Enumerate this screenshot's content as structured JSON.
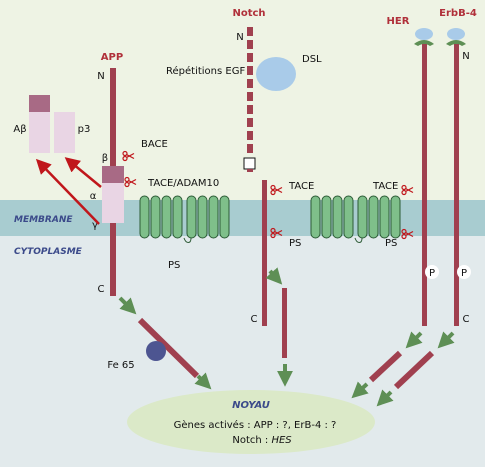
{
  "labels": {
    "app": "APP",
    "notch": "Notch",
    "her": "HER",
    "erbb4": "ErbB-4",
    "n": "N",
    "c": "C",
    "abeta": "Aβ",
    "p3": "p3",
    "beta": "β",
    "alpha": "α",
    "gamma": "γ",
    "bace": "BACE",
    "tace_adam10": "TACE/ADAM10",
    "tace": "TACE",
    "ps": "PS",
    "p": "P",
    "dsl": "DSL",
    "egf_repeats": "Répétitions EGF",
    "membrane": "MEMBRANE",
    "cytoplasme": "CYTOPLASME",
    "fe65": "Fe 65",
    "noyau": "NOYAU",
    "genes_line1": "Gènes activés : APP : ?, ErB-4 : ?",
    "genes_line2_prefix": "Notch : ",
    "genes_line2_gene": "HES"
  },
  "colors": {
    "receptor": "#a0404f",
    "arrow_red": "#c0161b",
    "arrow_green": "#5e8f55",
    "membrane": "#a8ccd0",
    "extracellular": "#eef3e4",
    "cytoplasm": "#e2eaec",
    "nucleus": "#dbe9c8",
    "ps_helix": "#7fbf8a",
    "fragment_light": "#e9d5e4",
    "fragment_dark": "#a86a85",
    "dsl": "#a9cbe9",
    "fe65": "#4d5591",
    "title_red": "#b0303a",
    "membrane_text": "#3b4a8a"
  }
}
